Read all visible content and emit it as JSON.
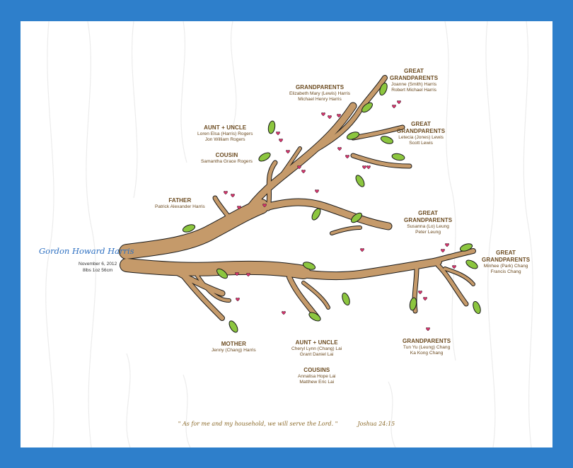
{
  "child": {
    "name": "Gordon Howard Harris",
    "birth_date": "November 6, 2012",
    "birth_stats": "8lbs 1oz 56cm"
  },
  "relatives": {
    "father": {
      "title": "FATHER",
      "names": [
        "Patrick Alexander Harris"
      ]
    },
    "mother": {
      "title": "MOTHER",
      "names": [
        "Jenny (Chang) Harris"
      ]
    },
    "aunt_uncle_paternal": {
      "title": "AUNT + UNCLE",
      "names": [
        "Loren Elsa (Harris) Rogers",
        "Jon William Rogers"
      ]
    },
    "cousin_paternal": {
      "title": "COUSIN",
      "names": [
        "Samantha Grace Rogers"
      ]
    },
    "grandparents_paternal": {
      "title": "GRANDPARENTS",
      "names": [
        "Elizabeth Mary  (Lewis) Harris",
        "Michael Henry Harris"
      ]
    },
    "great_grandparents_1": {
      "title_lines": [
        "GREAT",
        "GRANDPARENTS"
      ],
      "names": [
        "Joanne (Smith) Harris",
        "Robert Michael Harris"
      ]
    },
    "great_grandparents_2": {
      "title_lines": [
        "GREAT",
        "GRANDPARENTS"
      ],
      "names": [
        "Letecia (Jones) Lewis",
        "Scott  Lewis"
      ]
    },
    "great_grandparents_3": {
      "title_lines": [
        "GREAT",
        "GRANDPARENTS"
      ],
      "names": [
        "Susanna (Lo) Leung",
        "Peter Leung"
      ]
    },
    "great_grandparents_4": {
      "title_lines": [
        "GREAT",
        "GRANDPARENTS"
      ],
      "names": [
        "Minhee (Park) Chang",
        "Francis Chang"
      ]
    },
    "grandparents_maternal": {
      "title": "GRANDPARENTS",
      "names": [
        "Tun Yu (Leung) Chang",
        "Ka Kong Chang"
      ]
    },
    "aunt_uncle_maternal": {
      "title": "AUNT + UNCLE",
      "names": [
        "Cheryl Lynn (Chang) Lai",
        "Grant Daniel Lai"
      ]
    },
    "cousins_maternal": {
      "title": "COUSINS",
      "names": [
        "Annalisa Hope Lai",
        "Matthew Eric Lai"
      ]
    }
  },
  "verse": {
    "text": "\" As for me and my household, we will serve the Lord. \"",
    "reference": "Joshua  24:15"
  },
  "colors": {
    "frame": "#2e7fcb",
    "branch": "#c59a6a",
    "outline": "#1a1a1a",
    "leaf": "#8cc63f",
    "heart": "#d6336c",
    "text": "#6b4a1f",
    "name": "#2c6fc1"
  }
}
